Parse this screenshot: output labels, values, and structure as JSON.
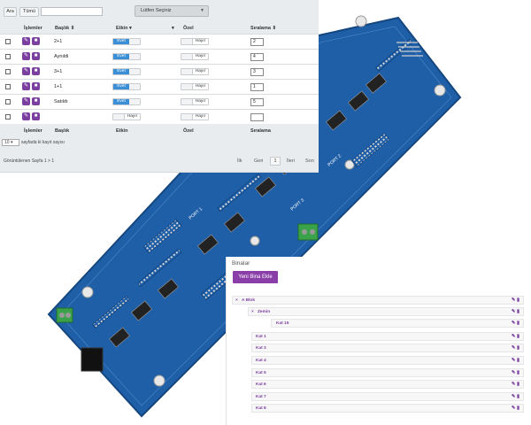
{
  "toolbar": {
    "search_button": "Ara",
    "all_button": "Tümü",
    "search_value": "",
    "select_label": "Lütfen Seçiniz"
  },
  "grid": {
    "columns": {
      "actions": "İşlemler",
      "title": "Başlık ⇕",
      "active": "Etkin ▾",
      "special": "Özel",
      "order": "Sıralama ⇕"
    },
    "footer_columns": {
      "actions": "İşlemler",
      "title": "Başlık",
      "active": "Etkin",
      "special": "Özel",
      "order": "Sıralama"
    },
    "rows": [
      {
        "title": "2+1",
        "active": "Evet",
        "special": "Hayır",
        "order": "2"
      },
      {
        "title": "Aynıldi",
        "active": "Evet",
        "special": "Hayır",
        "order": "4"
      },
      {
        "title": "3+1",
        "active": "Evet",
        "special": "Hayır",
        "order": "3"
      },
      {
        "title": "1+1",
        "active": "Evet",
        "special": "Hayır",
        "order": "1"
      },
      {
        "title": "Satıldı",
        "active": "Evet",
        "special": "Hayır",
        "order": "5"
      },
      {
        "title": "",
        "active": "Hayır",
        "special": "Hayır",
        "order": ""
      }
    ]
  },
  "pager": {
    "page_size": "10",
    "page_size_label": "sayfada ki kayıt sayısı",
    "page_info": "Görüntülenen Sayfa 1 > 1",
    "first": "İlk",
    "prev": "Geri",
    "current": "1",
    "next": "İleri",
    "last": "Son"
  },
  "buildings": {
    "title": "Binalar",
    "add_button": "Yeni Bina Ekle",
    "tree": [
      {
        "label": "A Blok",
        "prefix": "×"
      },
      {
        "label": "Zemin",
        "prefix": "×"
      },
      {
        "label": "Kat 15",
        "prefix": ""
      },
      {
        "label": "Kat 1",
        "prefix": ""
      },
      {
        "label": "Kat 3",
        "prefix": ""
      },
      {
        "label": "Kat 4",
        "prefix": ""
      },
      {
        "label": "Kat 5",
        "prefix": ""
      },
      {
        "label": "Kat 6",
        "prefix": ""
      },
      {
        "label": "Kat 7",
        "prefix": ""
      },
      {
        "label": "Kat 8",
        "prefix": ""
      }
    ]
  },
  "pcb": {
    "silk_port1": "PORT 1",
    "silk_port2": "PORT 2",
    "silk_port3": "PORT 3",
    "board_color": "#1f5fa8",
    "terminal_color": "#3aa34a"
  }
}
